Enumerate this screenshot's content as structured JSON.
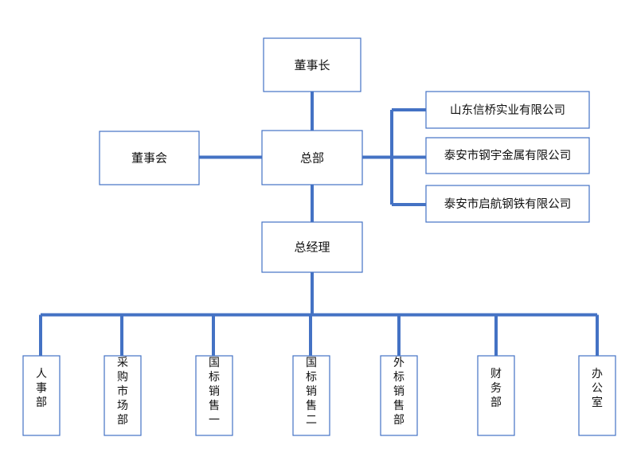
{
  "diagram": {
    "type": "organization-chart",
    "title": "",
    "colors": {
      "box_border": "#4472c4",
      "connector": "#4472c4",
      "box_fill": "#ffffff",
      "text": "#111111",
      "background": "#ffffff"
    },
    "nodes": {
      "chairman": {
        "label": "董事长",
        "orientation": "horizontal"
      },
      "board": {
        "label": "董事会",
        "orientation": "horizontal"
      },
      "headquarters": {
        "label": "总部",
        "orientation": "horizontal"
      },
      "general_manager": {
        "label": "总经理",
        "orientation": "horizontal"
      }
    },
    "subsidiaries": [
      {
        "label": "山东信桥实业有限公司"
      },
      {
        "label": "泰安市钢宇金属有限公司"
      },
      {
        "label": "泰安市启航钢铁有限公司"
      }
    ],
    "departments": [
      {
        "label": "人事部",
        "chars": [
          "人",
          "事",
          "部"
        ]
      },
      {
        "label": "采购市场部",
        "chars": [
          "采",
          "购",
          "市",
          "场",
          "部"
        ]
      },
      {
        "label": "国标销售一",
        "chars": [
          "国",
          "标",
          "销",
          "售",
          "一"
        ]
      },
      {
        "label": "国标销售二",
        "chars": [
          "国",
          "标",
          "销",
          "售",
          "二"
        ]
      },
      {
        "label": "外标销售部",
        "chars": [
          "外",
          "标",
          "销",
          "售",
          "部"
        ]
      },
      {
        "label": "财务部",
        "chars": [
          "财",
          "务",
          "部"
        ]
      },
      {
        "label": "办公室",
        "chars": [
          "办",
          "公",
          "室"
        ]
      }
    ]
  }
}
